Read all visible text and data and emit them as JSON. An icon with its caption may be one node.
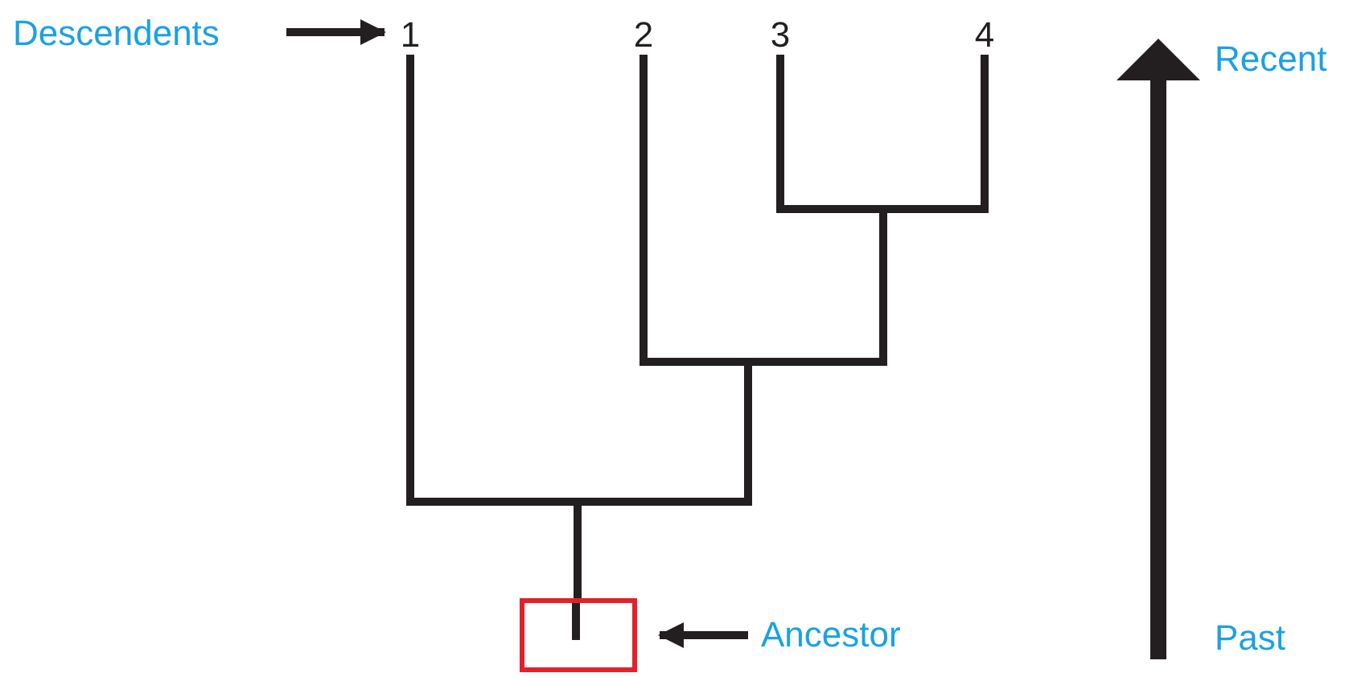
{
  "diagram": {
    "nodes": [
      {
        "text": [
          "Descendents"
        ]
      },
      {
        "text": [
          "1"
        ]
      },
      {
        "text": [
          "2"
        ]
      },
      {
        "text": [
          "3"
        ]
      },
      {
        "text": [
          "4"
        ]
      },
      {
        "text": [],
        "shape": "box"
      },
      {
        "text": [
          "Ancestor"
        ]
      }
    ],
    "edges": [
      {
        "from": 0,
        "to": 1,
        "arrow": "to"
      },
      {
        "from": 5,
        "to": 1,
        "arrow": "none"
      },
      {
        "from": 5,
        "to": 2,
        "arrow": "none"
      },
      {
        "from": 5,
        "to": 3,
        "arrow": "none"
      },
      {
        "from": 5,
        "to": 4,
        "arrow": "none"
      },
      {
        "from": 6,
        "to": 5,
        "arrow": "to"
      }
    ],
    "labels": [
      "Recent",
      "Past"
    ]
  }
}
